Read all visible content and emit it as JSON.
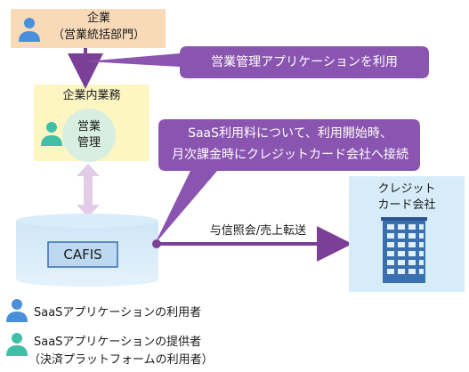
{
  "top_box": {
    "title": "企業",
    "subtitle": "（営業統括部門）"
  },
  "callout_1": {
    "text": "営業管理アプリケーションを利用"
  },
  "business_box": {
    "title": "企業内業務",
    "circle_line1": "営業",
    "circle_line2": "管理"
  },
  "callout_2": {
    "line1": "SaaS利用料について、利用開始時、",
    "line2": "月次課金時にクレジットカード会社へ接続"
  },
  "cafis": {
    "label": "CAFIS"
  },
  "credit_box": {
    "line1": "クレジット",
    "line2": "カード会社"
  },
  "arrow_label": "与信照会/売上転送",
  "legend": {
    "user": "SaaSアプリケーションの利用者",
    "provider_line1": "SaaSアプリケーションの提供者",
    "provider_line2": "（決済プラットフォームの利用者）"
  },
  "colors": {
    "user_blue": "#4a90d9",
    "provider_teal": "#3fbfa5",
    "callout_purple": "#8a55b0",
    "arrow_purple": "#7b3f98",
    "top_box_peach": "#f8d9b8",
    "business_yellow": "#fdf6c3",
    "light_blue": "#d6ecf9",
    "cafis_blue": "#c9e2f5"
  }
}
